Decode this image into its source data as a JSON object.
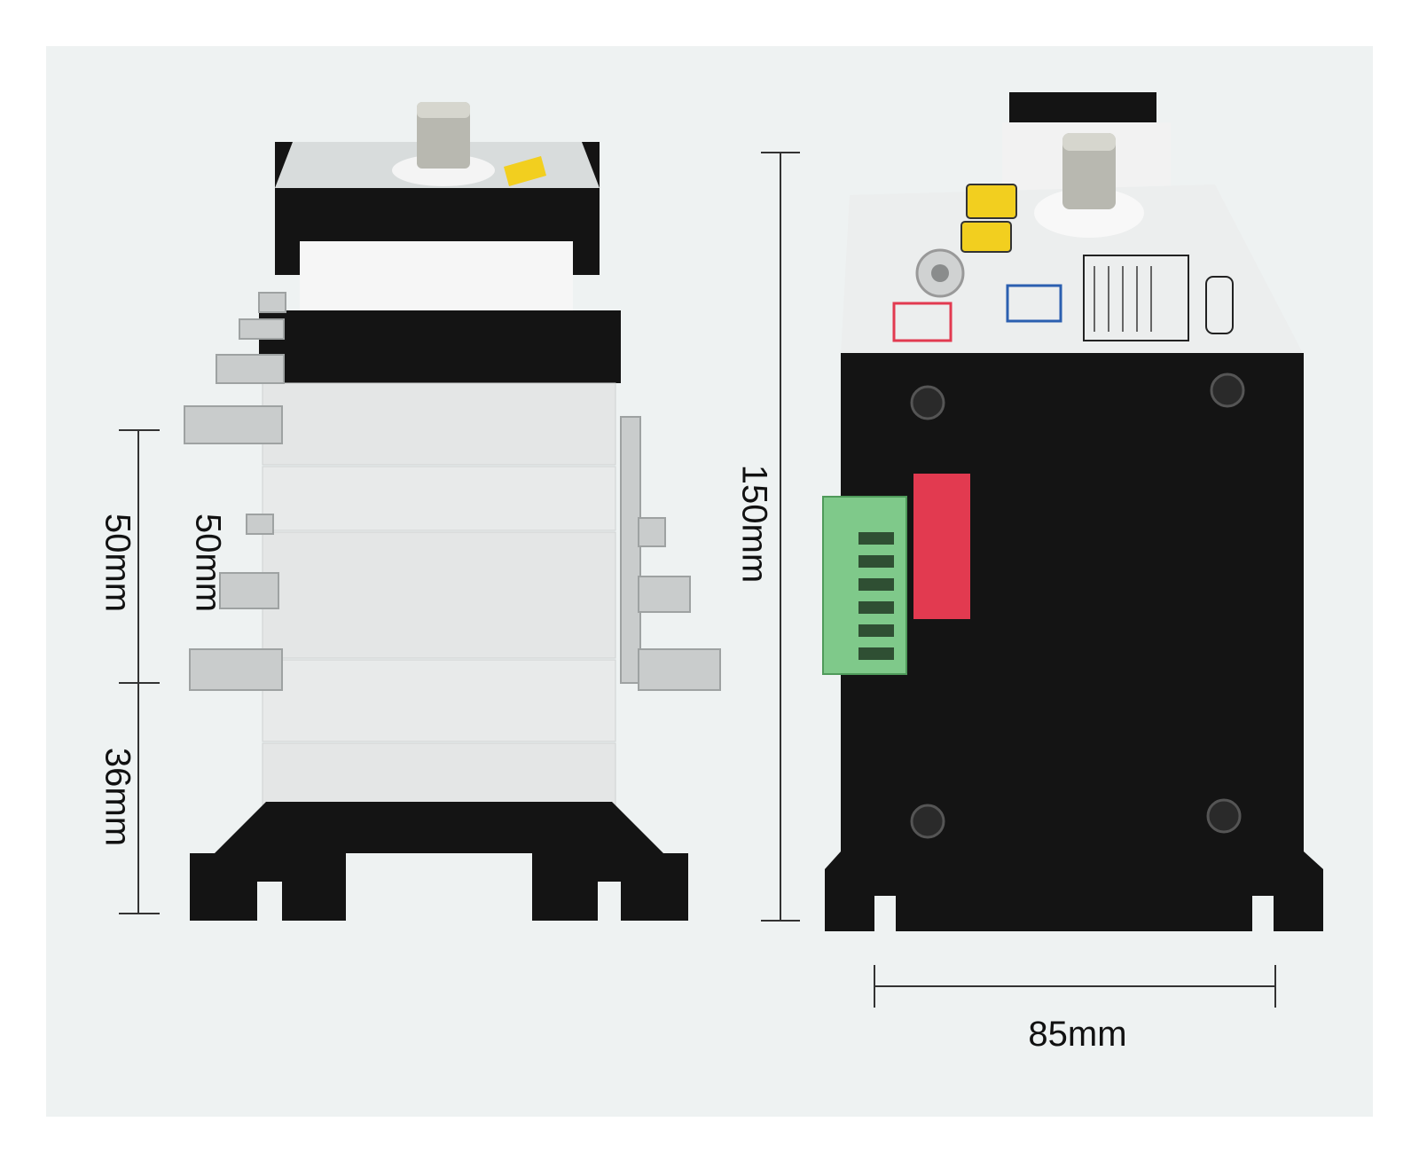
{
  "dimensions": {
    "left_upper": "50mm",
    "left_inner": "50mm",
    "left_lower": "36mm",
    "height": "150mm",
    "width": "85mm"
  },
  "colors": {
    "background": "#eef2f2",
    "body_black": "#141414",
    "module_gray": "#e4e6e6",
    "terminal_green": "#7fc98a",
    "terminal_red": "#e23a50",
    "handle_metal": "#b8b8b0",
    "label_yellow": "#f2cf1f"
  }
}
